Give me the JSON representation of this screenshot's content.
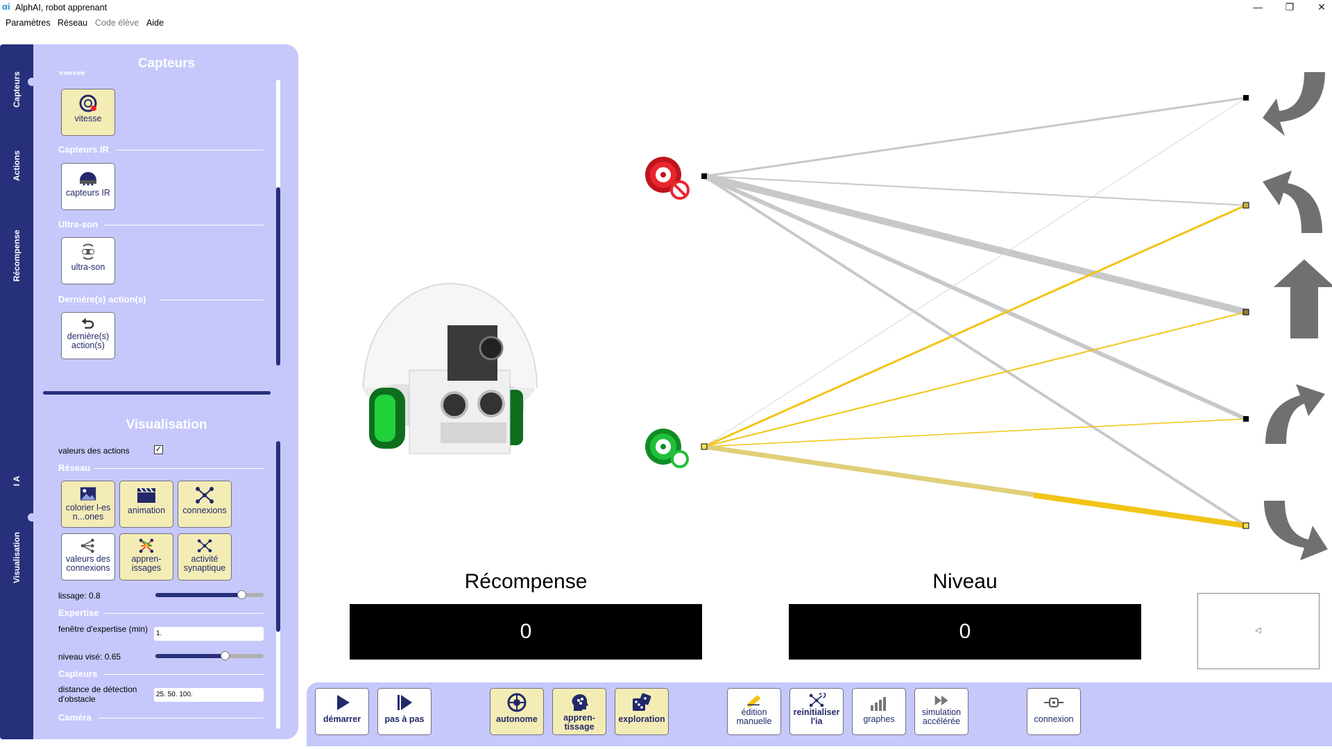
{
  "window": {
    "title": "AlphAI, robot apprenant",
    "logo": "αi",
    "minimize": "—",
    "restore": "❐",
    "close": "✕"
  },
  "menu": {
    "items": [
      "Paramètres",
      "Réseau",
      "Code élève",
      "Aide"
    ]
  },
  "sidetabs": [
    "Capteurs",
    "Actions",
    "Récompense",
    "I A",
    "Visualisation"
  ],
  "sensors_panel": {
    "title": "Capteurs",
    "cut_label": "Vitesse",
    "sections": [
      {
        "label": "",
        "tile": "vitesse",
        "active": true
      },
      {
        "label": "Capteurs IR",
        "tile": "capteurs IR",
        "active": false
      },
      {
        "label": "Ultra-son",
        "tile": "ultra-son",
        "active": false
      },
      {
        "label": "Dernière(s) action(s)",
        "tile": "dernière(s) action(s)",
        "active": false
      }
    ]
  },
  "visualisation_panel": {
    "title": "Visualisation",
    "action_values_label": "valeurs des actions",
    "action_values_checked": true,
    "reseau_label": "Réseau",
    "tiles": [
      {
        "label": "colorier l-es n...ones",
        "active": true
      },
      {
        "label": "animation",
        "active": true
      },
      {
        "label": "connexions",
        "active": true
      },
      {
        "label": "valeurs des connexions",
        "active": false
      },
      {
        "label": "appren-issages",
        "active": true
      },
      {
        "label": "activité synaptique",
        "active": true
      }
    ],
    "smoothing_label": "lissage: 0.8",
    "smoothing_value": 0.8,
    "expertise_label": "Expertise",
    "window_label": "fenêtre d'expertise (min)",
    "window_value": "1.",
    "target_label": "niveau visé: 0.65",
    "target_value": 0.65,
    "sensors_label": "Capteurs",
    "obstacle_label": "distance de détection d'obstacle",
    "obstacle_value": "25. 50. 100.",
    "camera_label": "Caméra"
  },
  "scores": {
    "reward_label": "Récompense",
    "reward_value": "0",
    "level_label": "Niveau",
    "level_value": "0"
  },
  "mini_preview_glyph": "◁",
  "network": {
    "inputs": [
      {
        "name": "wheels-blocked",
        "color": "#c0141c"
      },
      {
        "name": "wheels-moving",
        "color": "#18b030"
      }
    ],
    "outputs": [
      "turn-back-left",
      "turn-left",
      "forward",
      "turn-right",
      "turn-back-right"
    ],
    "highlight_color": "#f2c417",
    "edge_color": "#c8c8c8"
  },
  "toolbar": {
    "buttons": [
      {
        "label": "démarrer",
        "active": false
      },
      {
        "label": "pas à pas",
        "active": false
      },
      {
        "label": "autonome",
        "active": true
      },
      {
        "label": "appren-tissage",
        "active": true
      },
      {
        "label": "exploration",
        "active": true
      },
      {
        "label": "édition manuelle",
        "active": false
      },
      {
        "label": "reinitialiser l'ia",
        "active": false
      },
      {
        "label": "graphes",
        "active": false
      },
      {
        "label": "simulation accélérée",
        "active": false
      },
      {
        "label": "connexion",
        "active": false
      }
    ]
  }
}
